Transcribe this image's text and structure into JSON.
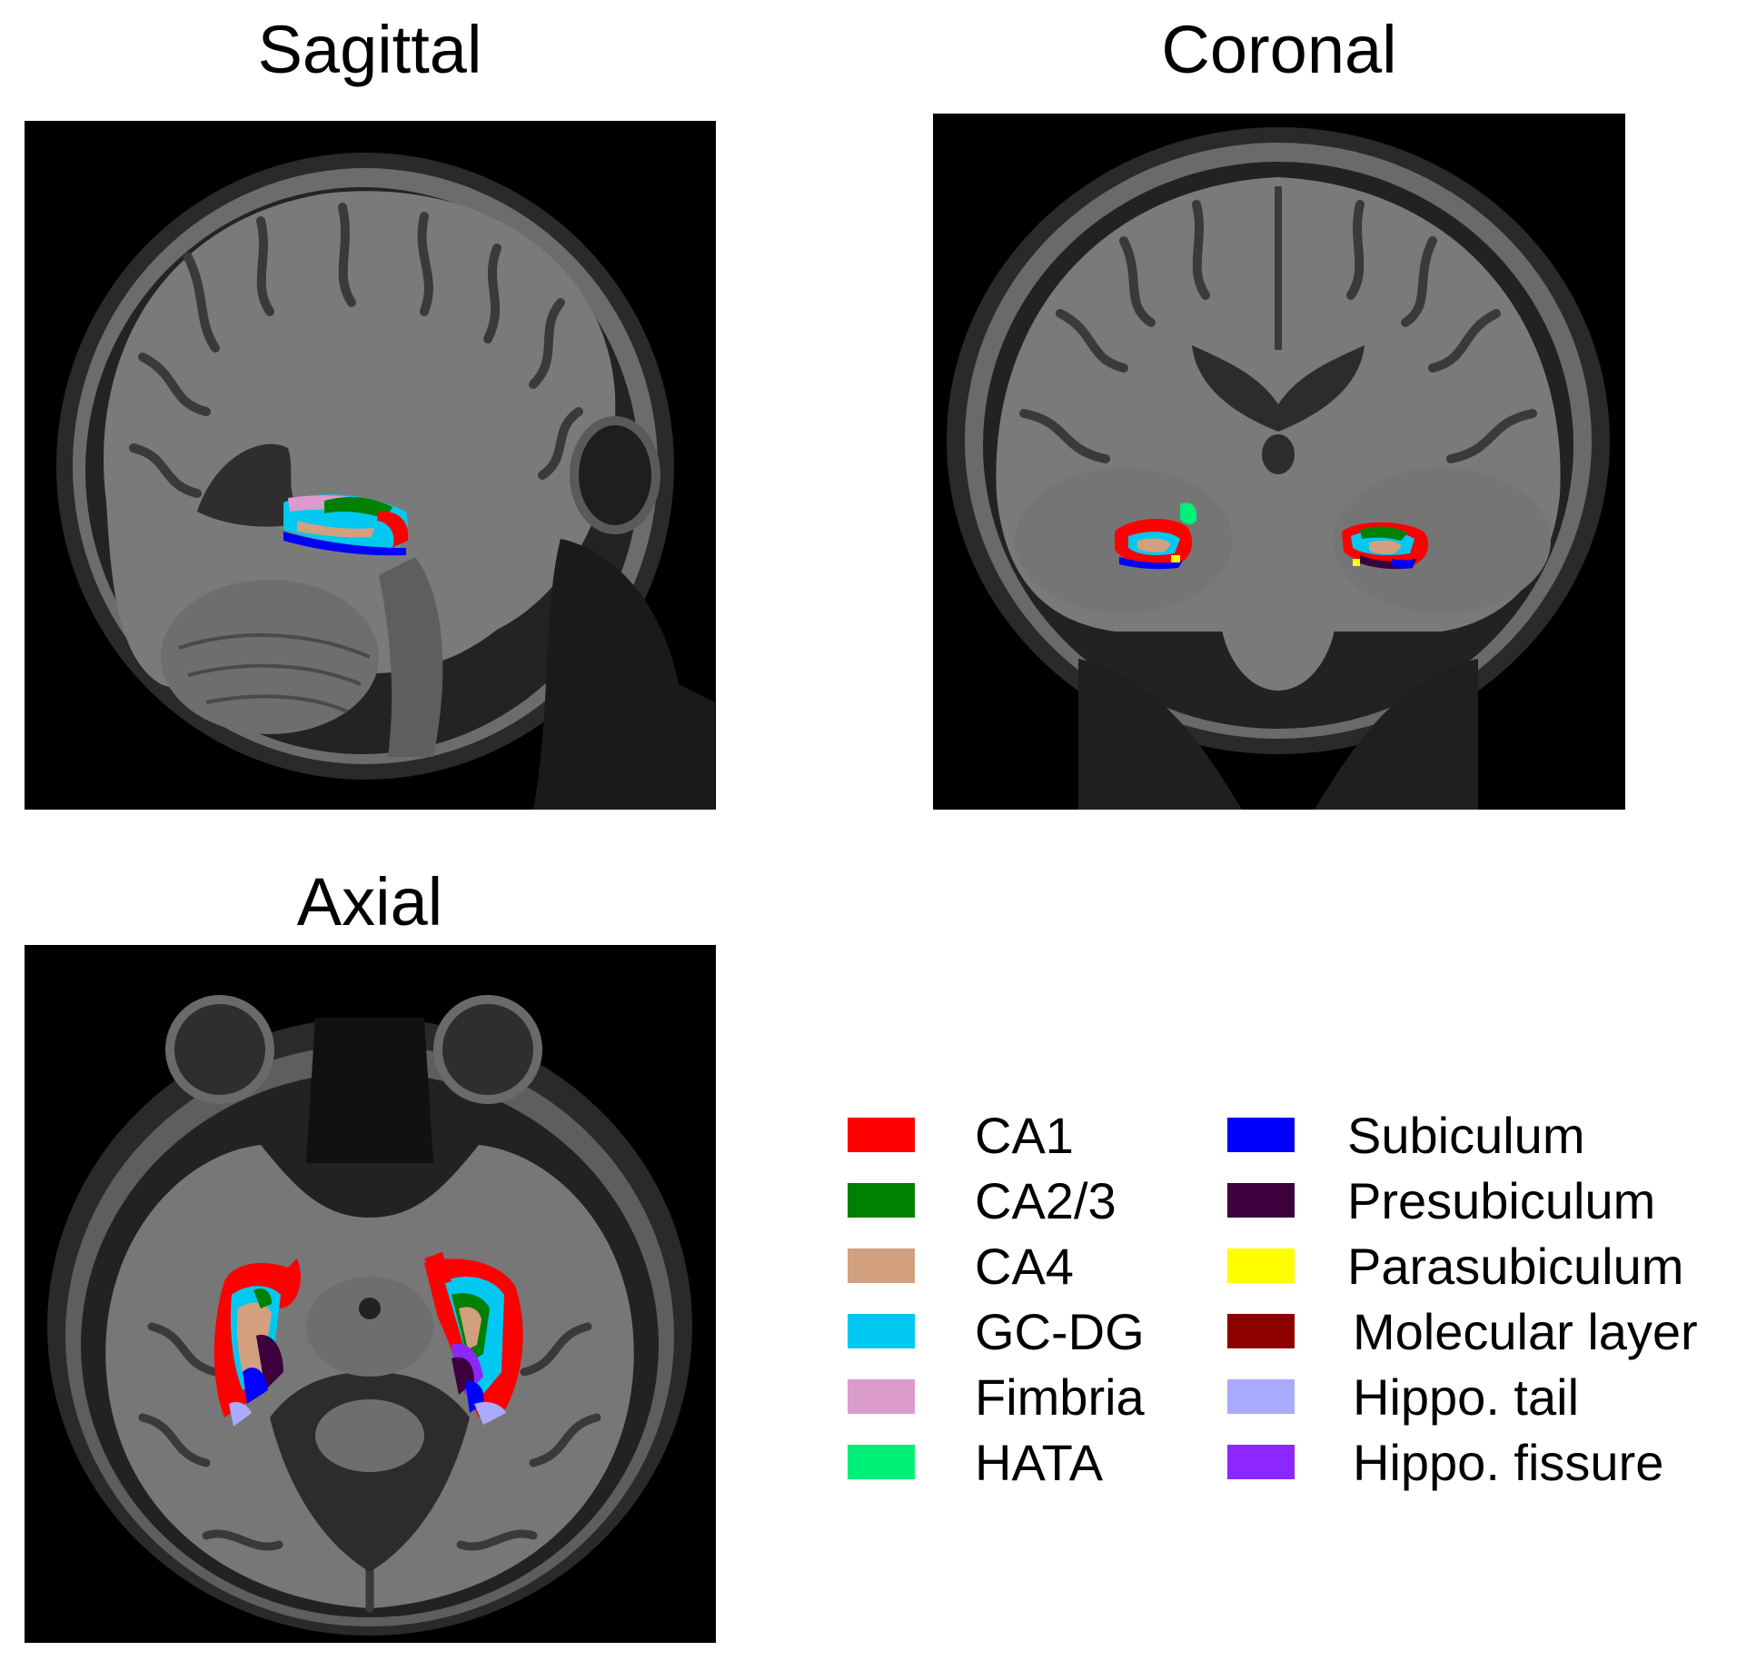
{
  "panels": {
    "sagittal": {
      "title": "Sagittal"
    },
    "coronal": {
      "title": "Coronal"
    },
    "axial": {
      "title": "Axial"
    }
  },
  "legend": {
    "left": [
      {
        "label": "CA1",
        "color": "#ff0000"
      },
      {
        "label": "CA2/3",
        "color": "#008000"
      },
      {
        "label": "CA4",
        "color": "#d2a07f"
      },
      {
        "label": "GC-DG",
        "color": "#00c8f0"
      },
      {
        "label": "Fimbria",
        "color": "#dc9bcd"
      },
      {
        "label": "HATA",
        "color": "#00f078"
      }
    ],
    "right": [
      {
        "label": "Subiculum",
        "color": "#0000ff"
      },
      {
        "label": "Presubiculum",
        "color": "#3c003c"
      },
      {
        "label": "Parasubiculum",
        "color": "#ffff00"
      },
      {
        "label": "Molecular layer",
        "color": "#8c0000"
      },
      {
        "label": "Hippo. tail",
        "color": "#aaaaff"
      },
      {
        "label": "Hippo. fissure",
        "color": "#8c28ff"
      }
    ]
  }
}
